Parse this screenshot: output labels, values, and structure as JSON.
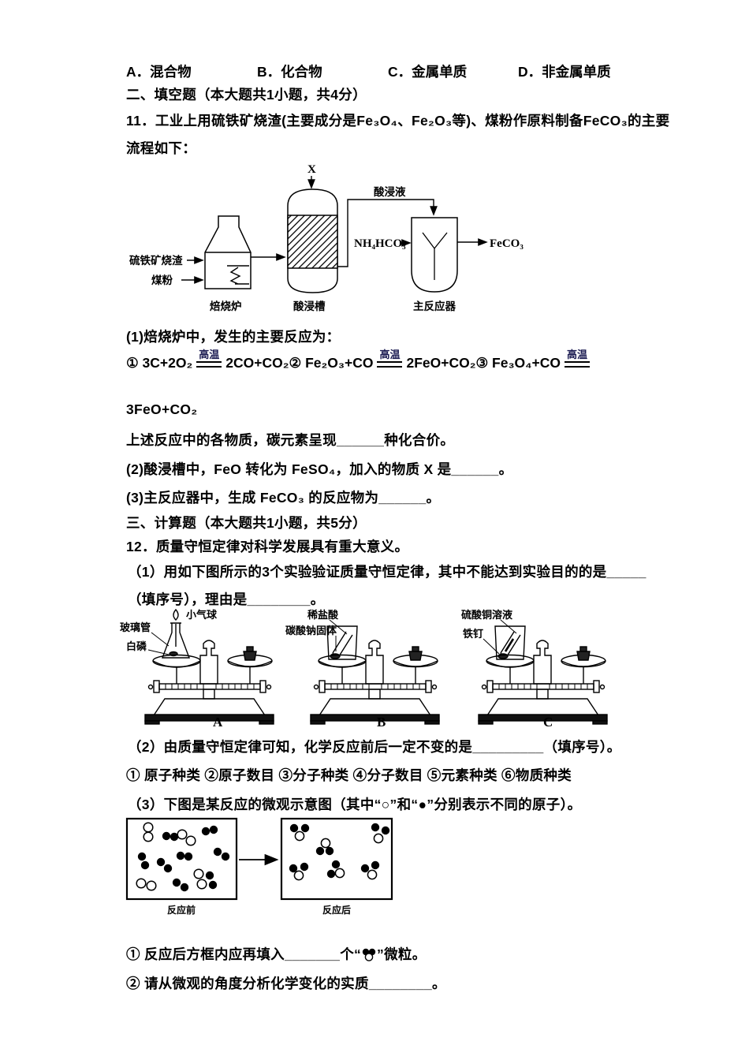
{
  "options_row": {
    "a": "A．混合物",
    "b": "B．化合物",
    "c": "C．金属单质",
    "d": "D．非金属单质"
  },
  "sections": {
    "s2": "二、填空题（本大题共1小题，共4分）",
    "s3": "三、计算题（本大题共1小题，共5分）"
  },
  "q11": {
    "line1": "11．工业上用硫铁矿烧渣(主要成分是Fe₃O₄、Fe₂O₃等)、煤粉作原料制备FeCO₃的主要",
    "line2": "流程如下：",
    "diagram": {
      "x_input": "X",
      "pyrite_cinder": "硫铁矿烧渣",
      "coal_powder": "煤粉",
      "furnace": "焙烧炉",
      "leach_tank": "酸浸槽",
      "leach_liquid": "酸浸液",
      "ammonium_bicarbonate": "NH₄HCO₃",
      "main_reactor": "主反应器",
      "product": "FeCO₃"
    },
    "p1": "(1)焙烧炉中，发生的主要反应为：",
    "eq": {
      "e1l": "① 3C+2O₂",
      "e1c": "高温",
      "e1r": "2CO+CO₂",
      "e2l": "② Fe₂O₃+CO",
      "e2c": "高温",
      "e2r": "2FeO+CO₂",
      "e3l": "③ Fe₃O₄+CO",
      "e3c": "高温",
      "e3r": "3FeO+CO₂"
    },
    "p1q": "上述反应中的各物质，碳元素呈现______种化合价。",
    "p2": "(2)酸浸槽中，FeO 转化为 FeSO₄，加入的物质 X 是______。",
    "p3": "(3)主反应器中，生成 FeCO₃ 的反应物为______。"
  },
  "q12": {
    "intro": "12．质量守恒定律对科学发展具有重大意义。",
    "p1a": "（1）用如下图所示的3个实验验证质量守恒定律，其中不能达到实验目的的是_____",
    "p1b": "（填序号），理由是________。",
    "balanceA": {
      "balloon": "小气球",
      "glass_tube": "玻璃管",
      "white_phosphorus": "白磷",
      "letter": "A"
    },
    "balanceB": {
      "dilute_hcl": "稀盐酸",
      "sodium_carbonate": "碳酸钠固体",
      "letter": "B"
    },
    "balanceC": {
      "cuso4_solution": "硫酸铜溶液",
      "iron_nail": "铁钉",
      "letter": "C"
    },
    "p2": "（2）由质量守恒定律可知，化学反应前后一定不变的是_________（填序号）。",
    "p2opts": "① 原子种类 ②原子数目 ③分子种类 ④分子数目 ⑤元素种类 ⑥物质种类",
    "p3": "（3）下图是某反应的微观示意图（其中“○”和“●”分别表示不同的原子）。",
    "micro": {
      "before": "反应前",
      "after": "反应后"
    },
    "s1a": "① 反应后方框内应再填入_______个“",
    "s1b": "”微粒。",
    "s2": "② 请从微观的角度分析化学变化的实质________。"
  },
  "colors": {
    "condition_text": "#1b1b52",
    "ink": "#000000"
  }
}
